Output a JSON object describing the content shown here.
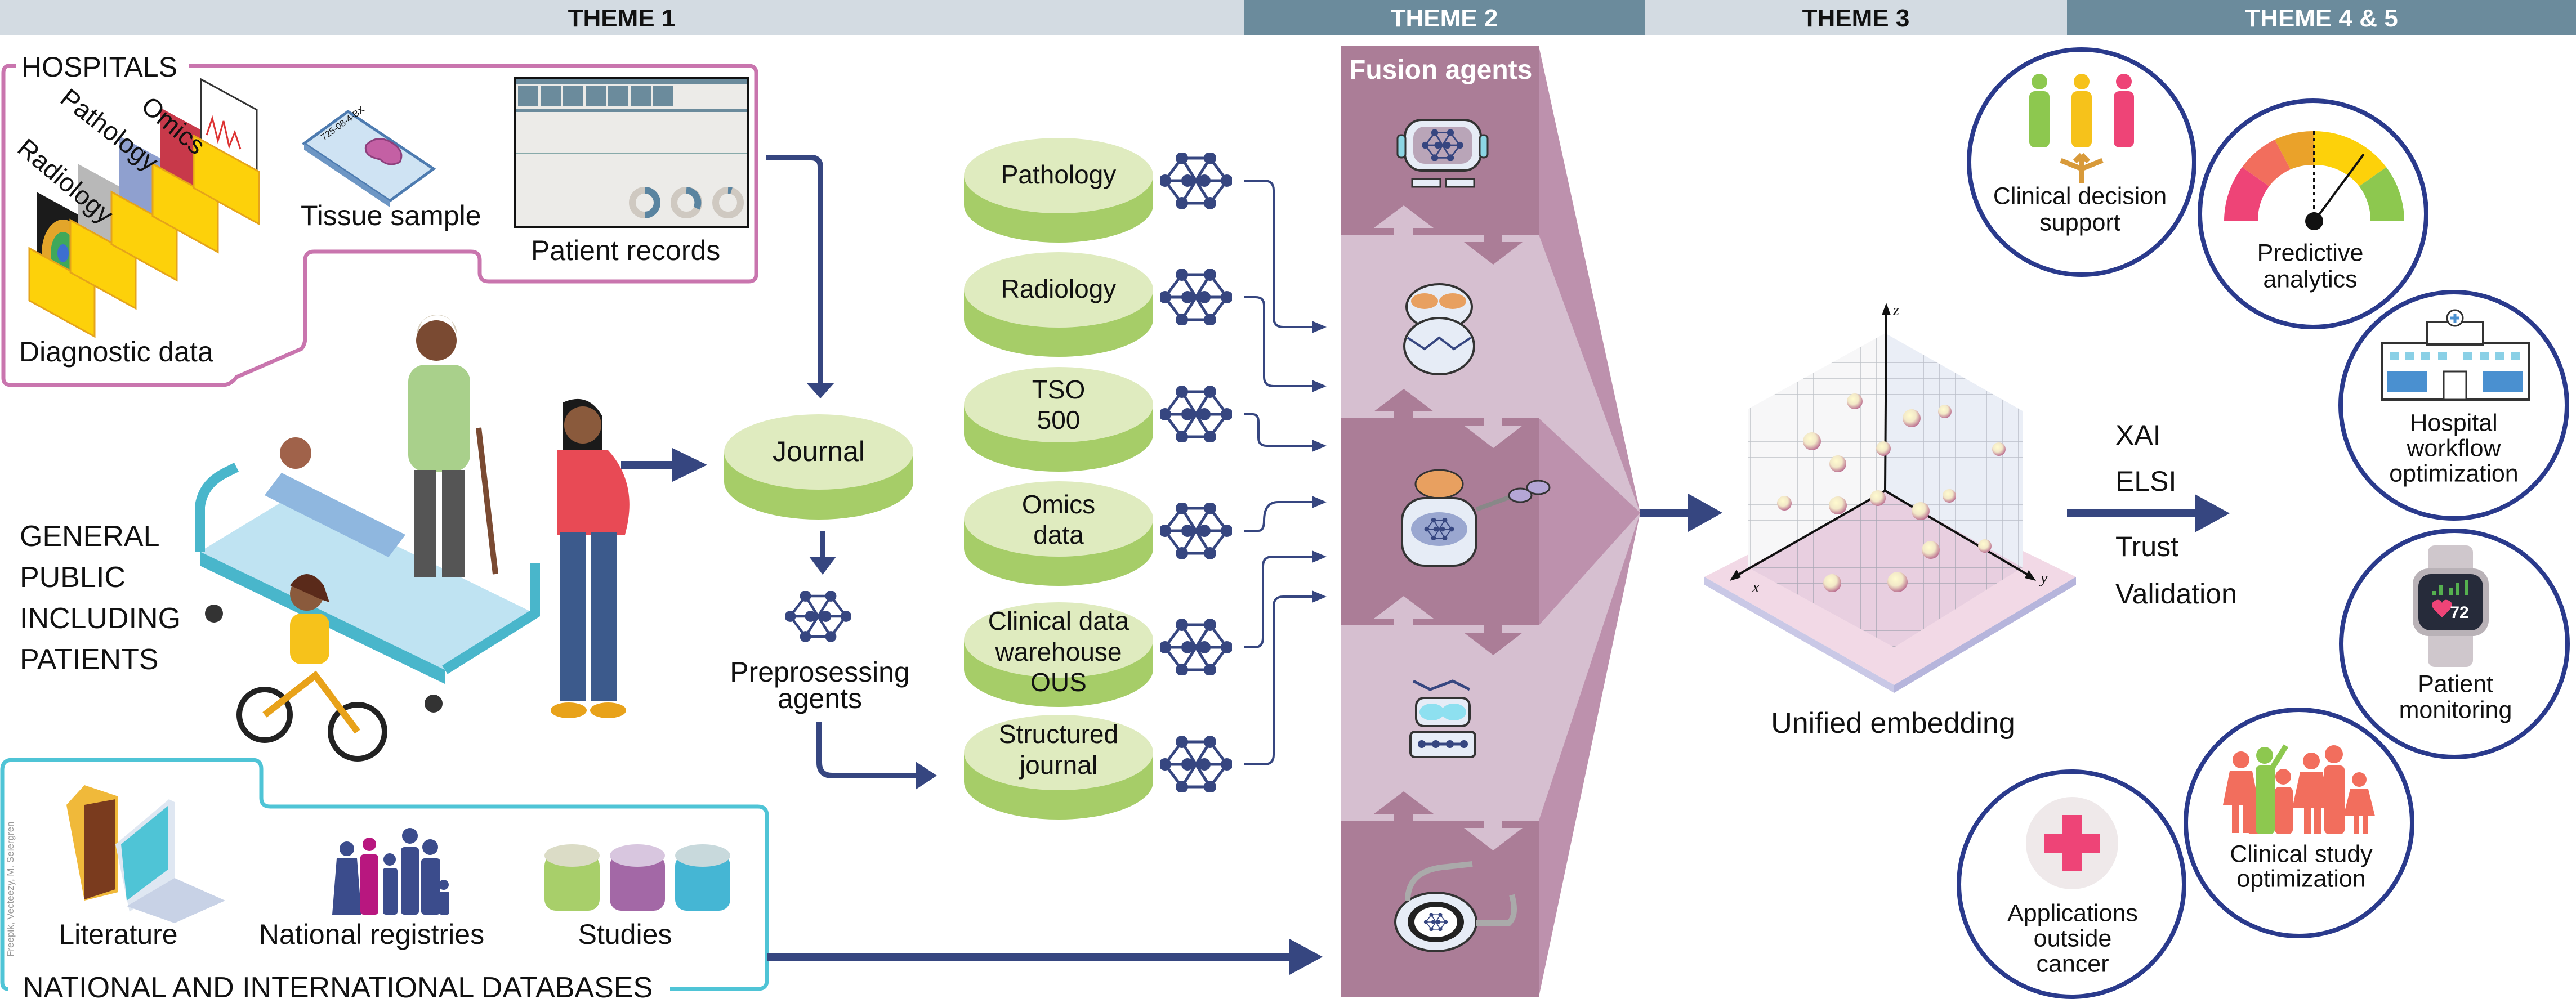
{
  "themes": [
    {
      "label": "THEME 1"
    },
    {
      "label": "THEME 2"
    },
    {
      "label": "THEME 3"
    },
    {
      "label": "THEME 4 & 5"
    }
  ],
  "hospitals": {
    "title": "HOSPITALS",
    "folders": [
      "Radiology",
      "Pathology",
      "Omics"
    ],
    "diagnostic_label": "Diagnostic data",
    "tissue_label": "Tissue sample",
    "slide_id": "725-08-4-BX",
    "records_label": "Patient records"
  },
  "public": {
    "lines": [
      "GENERAL",
      "PUBLIC",
      "INCLUDING",
      "PATIENTS"
    ]
  },
  "databases": {
    "title": "NATIONAL AND INTERNATIONAL DATABASES",
    "items": [
      "Literature",
      "National registries",
      "Studies"
    ],
    "credit": "Freepik, Vecteezy, M. Seiergren"
  },
  "journal": "Journal",
  "preprocessing": {
    "lines": [
      "Preprosessing",
      "agents"
    ]
  },
  "sources": [
    {
      "lines": [
        "Pathology"
      ]
    },
    {
      "lines": [
        "Radiology"
      ]
    },
    {
      "lines": [
        "TSO",
        "500"
      ]
    },
    {
      "lines": [
        "Omics",
        "data"
      ]
    },
    {
      "lines": [
        "Clinical data",
        "warehouse",
        "OUS"
      ]
    },
    {
      "lines": [
        "Structured",
        "journal"
      ]
    }
  ],
  "fusion": {
    "title": "Fusion agents"
  },
  "embedding": {
    "label": "Unified embedding",
    "axes": {
      "x": "x",
      "y": "y",
      "z": "z"
    }
  },
  "governance": [
    "XAI",
    "ELSI",
    "Trust",
    "Validation"
  ],
  "applications": [
    {
      "lines": [
        "Clinical decision",
        "support"
      ],
      "icon": "people-decision-icon"
    },
    {
      "lines": [
        "Predictive",
        "analytics"
      ],
      "icon": "gauge-icon"
    },
    {
      "lines": [
        "Hospital",
        "workflow",
        "optimization"
      ],
      "icon": "hospital-icon"
    },
    {
      "lines": [
        "Patient",
        "monitoring"
      ],
      "icon": "smartwatch-icon",
      "reading": "72"
    },
    {
      "lines": [
        "Clinical study",
        "optimization"
      ],
      "icon": "group-people-icon"
    },
    {
      "lines": [
        "Applications",
        "outside",
        "cancer"
      ],
      "icon": "medical-cross-icon"
    }
  ],
  "colors": {
    "theme_light": "#d3dbe2",
    "theme_dark": "#6b8b9c",
    "hospital_border": "#c975ae",
    "database_border": "#4fc4d6",
    "arrow": "#364680",
    "cylinder_top": "#dfebbf",
    "cylinder_side": "#a6cd68",
    "fusion_dark": "#ab7d97",
    "fusion_light": "#d6bfd0",
    "circle_border": "#2a3a8c"
  }
}
